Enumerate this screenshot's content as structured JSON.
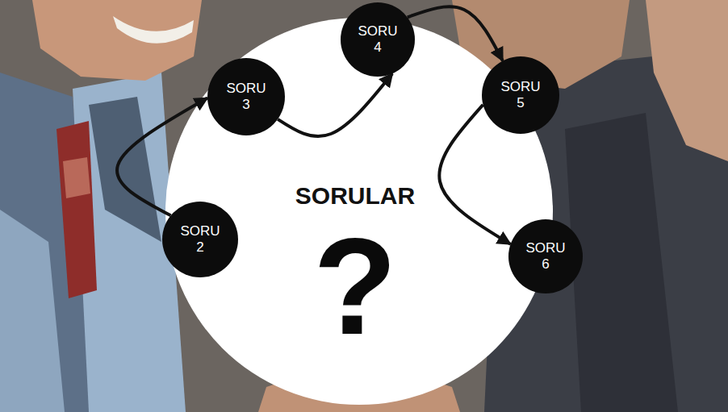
{
  "diagram": {
    "title": "SORULAR",
    "nodes": [
      {
        "text": [
          "SORU 2"
        ]
      },
      {
        "text": [
          "SORU 3"
        ]
      },
      {
        "text": [
          "SORU 4"
        ]
      },
      {
        "text": [
          "SORU 5"
        ]
      },
      {
        "text": [
          "SORU 6"
        ]
      }
    ],
    "edges": [
      {
        "from": 0,
        "to": 1,
        "arrow": "to"
      },
      {
        "from": 1,
        "to": 2,
        "arrow": "to"
      },
      {
        "from": 2,
        "to": 3,
        "arrow": "to"
      },
      {
        "from": 3,
        "to": 4,
        "arrow": "to"
      }
    ],
    "labels": [
      "?"
    ]
  }
}
